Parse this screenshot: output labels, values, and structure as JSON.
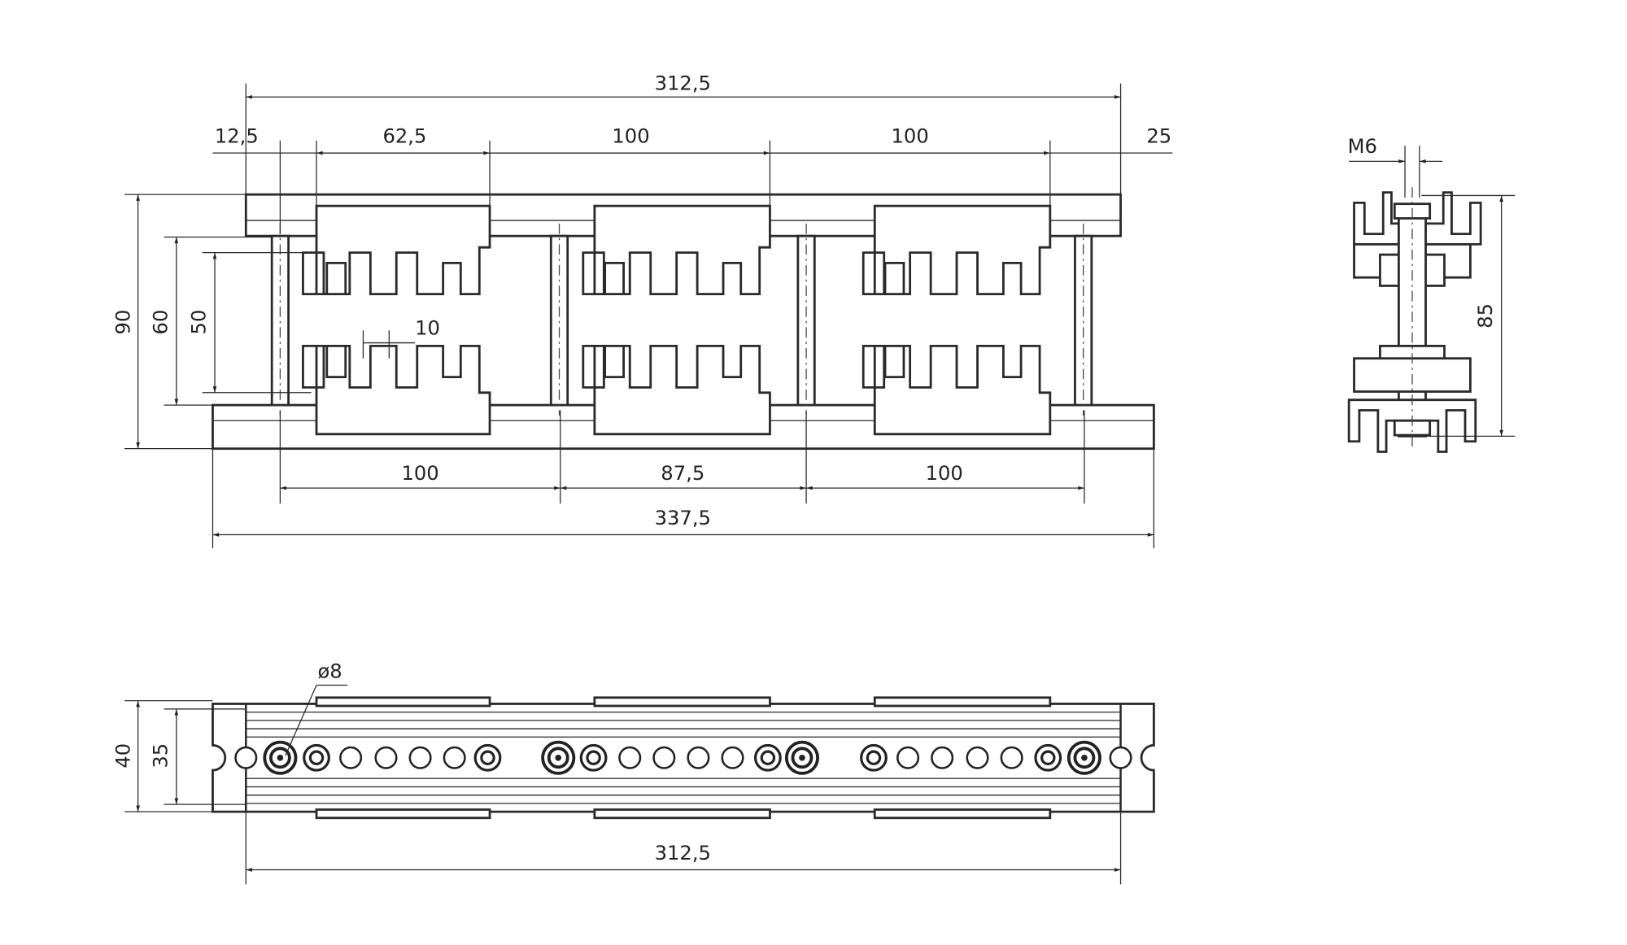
{
  "top_view": {
    "dims": {
      "overall_top": "312,5",
      "left_offset": "12,5",
      "first_span": "62,5",
      "second_span": "100",
      "third_span": "100",
      "right_offset": "25",
      "height_overall": "90",
      "height_inner": "60",
      "height_clamp": "50",
      "tooth_pitch": "10",
      "post_span_1": "100",
      "post_span_2": "87,5",
      "post_span_3": "100",
      "overall_bottom": "337,5"
    }
  },
  "side_view": {
    "dims": {
      "thread": "M6",
      "height": "85"
    }
  },
  "bottom_view": {
    "dims": {
      "hole_diameter": "ø8",
      "width_outer": "40",
      "width_inner": "35",
      "length": "312,5"
    }
  }
}
